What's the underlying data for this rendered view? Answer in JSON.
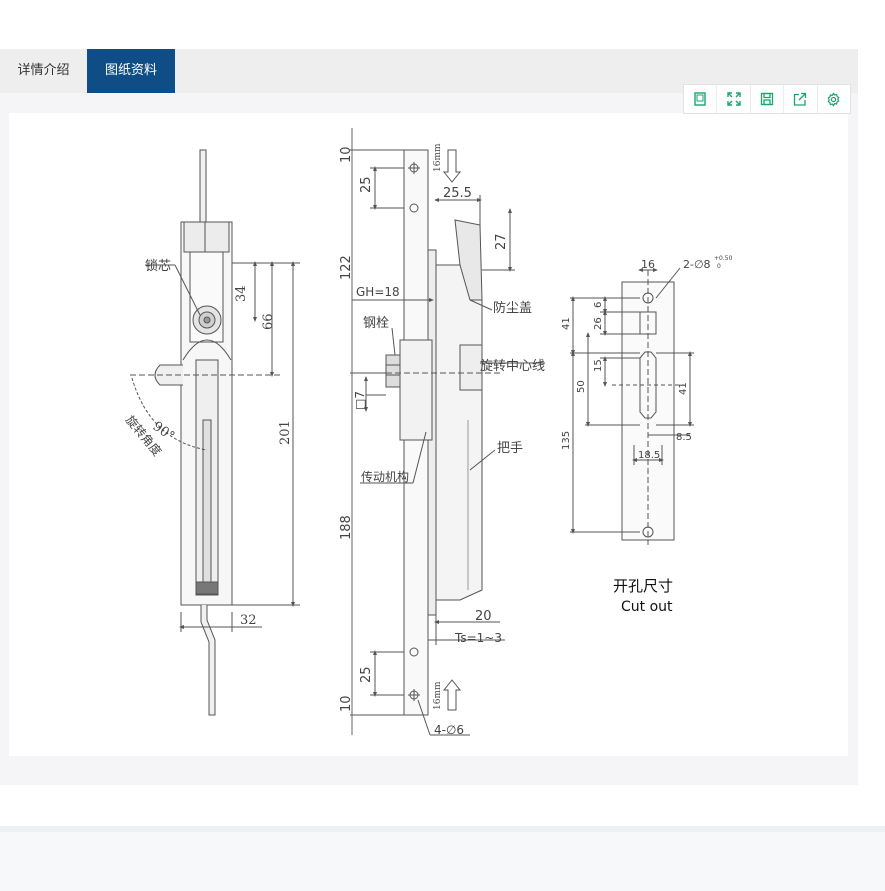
{
  "tabs": [
    {
      "label": "详情介绍"
    },
    {
      "label": "图纸资料"
    }
  ],
  "toolbar": {
    "icons": [
      "page-icon",
      "fullscreen-icon",
      "save-icon",
      "share-icon",
      "settings-icon"
    ],
    "accent_color": "#19a66b"
  },
  "drawing": {
    "left_view": {
      "labels": {
        "lock_core": "锁芯",
        "rotation_angle": "旋转角度"
      },
      "dims": {
        "d34": "34",
        "d66": "66",
        "d201": "201",
        "d32": "32",
        "angle": "90°"
      }
    },
    "middle_view": {
      "labels": {
        "dust_cover": "防尘盖",
        "rotation_center": "旋转中心线",
        "steel_bolt": "钢栓",
        "handle": "把手",
        "transmission": "传动机构"
      },
      "dims": {
        "d10_top": "10",
        "d25_top": "25",
        "d122": "122",
        "gh": "GH=18",
        "d25_5": "25.5",
        "d27": "27",
        "sq7": "□7",
        "d188": "188",
        "d20": "20",
        "ts": "Ts=1~3",
        "d25_bot": "25",
        "d10_bot": "10",
        "holes": "4-∅6",
        "travel_top": "16mm",
        "travel_bot": "16mm"
      }
    },
    "right_view": {
      "title_cn": "开孔尺寸",
      "title_en": "Cut out",
      "dims": {
        "d16": "16",
        "hole_note": "2-∅8",
        "tol_up": "+0.50",
        "tol_low": "0",
        "d41_top": "41",
        "d6": "6",
        "d26": "26",
        "d15": "15",
        "d50": "50",
        "d41_right": "41",
        "d8_5": "8.5",
        "d135": "135",
        "d18_5": "18.5"
      }
    }
  }
}
